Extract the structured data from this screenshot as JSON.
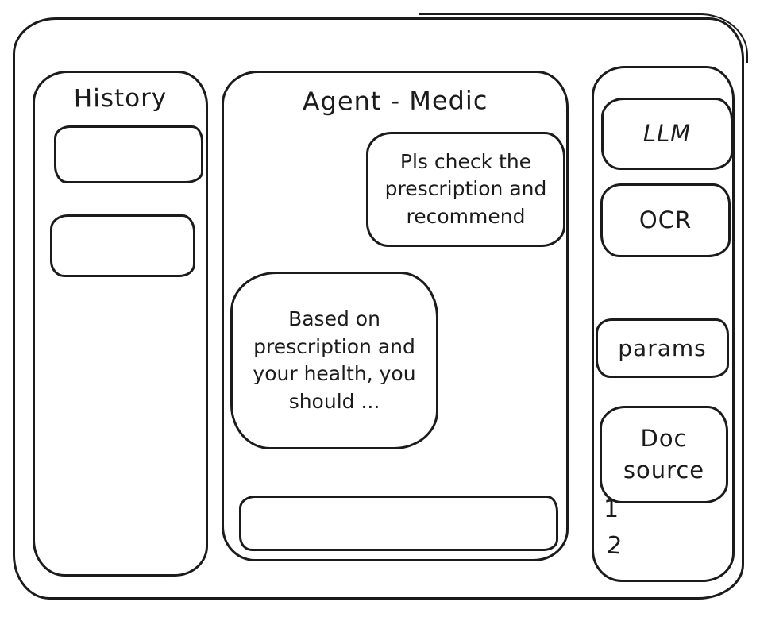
{
  "colors": {
    "stroke": "#1b1b1b",
    "background": "#ffffff"
  },
  "history_panel": {
    "title": "History",
    "items": [
      {
        "label": ""
      },
      {
        "label": ""
      }
    ]
  },
  "chat_panel": {
    "title": "Agent - Medic",
    "messages": [
      {
        "role": "user",
        "text": "Pls check the prescription and recommend"
      },
      {
        "role": "agent",
        "text": "Based on prescription and your health, you should ..."
      }
    ],
    "input": {
      "value": "",
      "placeholder": ""
    }
  },
  "tools_panel": {
    "buttons": [
      {
        "label": "LLM"
      },
      {
        "label": "OCR"
      },
      {
        "label": "params"
      },
      {
        "label": "Doc source"
      }
    ],
    "doc_sources": [
      "1",
      "2"
    ]
  }
}
